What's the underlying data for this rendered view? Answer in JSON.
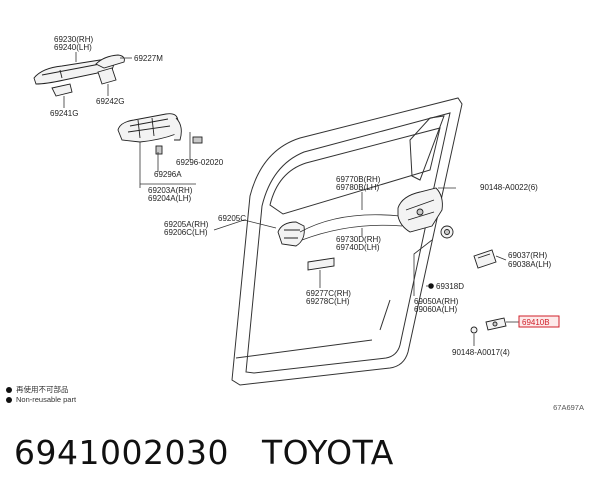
{
  "caption": {
    "part_number": "6941002030",
    "brand": "TOYOTA"
  },
  "legend": {
    "item_jp": "再使用不可部品",
    "item_en": "Non-reusable part"
  },
  "figure_code": "67A697A",
  "colors": {
    "highlight": "#d0202a",
    "line": "#333333"
  },
  "labels": {
    "l69230": "69230(RH)",
    "l69240": "69240(LH)",
    "l69227m": "69227M",
    "l69242g": "69242G",
    "l69241g": "69241G",
    "l69296_02020": "69296-02020",
    "l69296a": "69296A",
    "l69203a": "69203A(RH)",
    "l69204a": "69204A(LH)",
    "l69770b": "69770B(RH)",
    "l69780b": "69780B(LH)",
    "l90148_a0022": "90148-A0022(6)",
    "l69205a": "69205A(RH)",
    "l69206c": "69206C(LH)",
    "l69205c": "69205C",
    "l69730d": "69730D(RH)",
    "l69740d": "69740D(LH)",
    "l69037": "69037(RH)",
    "l69038a": "69038A(LH)",
    "l69318d": "69318D",
    "l69277c": "69277C(RH)",
    "l69278c": "69278C(LH)",
    "l69050a": "69050A(RH)",
    "l69060a": "69060A(LH)",
    "l69410b": "69410B",
    "l90148_a0017": "90148-A0017(4)"
  }
}
